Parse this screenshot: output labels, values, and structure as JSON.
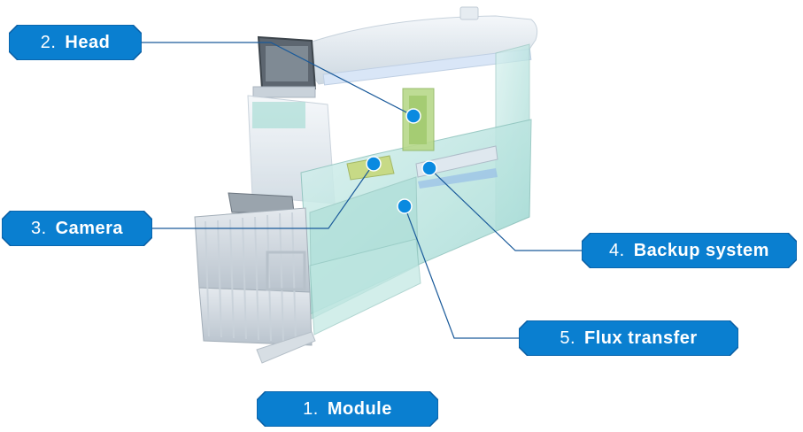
{
  "colors": {
    "label_fill": "#0a7fd0",
    "label_border": "#0a5ea3",
    "leader_line": "#1a5a9a",
    "dot": "#0a8ae0",
    "machine_glass": "#b9e6e2",
    "machine_frame": "#dfe7ee"
  },
  "labels": {
    "head": {
      "number": "2.",
      "text": "Head"
    },
    "camera": {
      "number": "3.",
      "text": "Camera"
    },
    "backup": {
      "number": "4.",
      "text": "Backup system"
    },
    "flux": {
      "number": "5.",
      "text": "Flux transfer"
    },
    "module": {
      "number": "1.",
      "text": "Module"
    }
  },
  "icons": {
    "dot": "callout-dot-icon"
  }
}
